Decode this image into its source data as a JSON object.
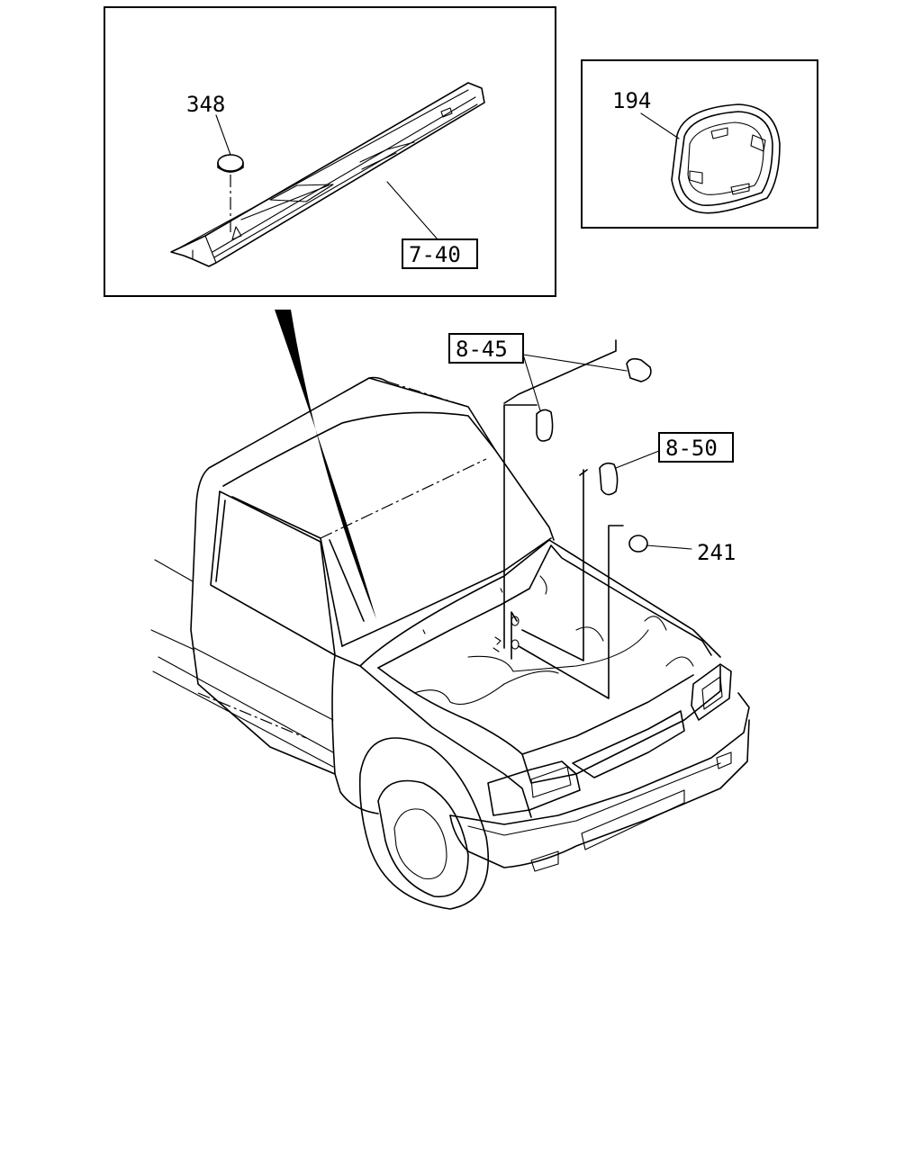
{
  "callouts": {
    "p348": "348",
    "p194": "194",
    "p740": "7-40",
    "p845": "8-45",
    "p850": "8-50",
    "p241": "241"
  },
  "icons": {
    "plug": "plug-icon",
    "grommet": "grommet-icon"
  }
}
